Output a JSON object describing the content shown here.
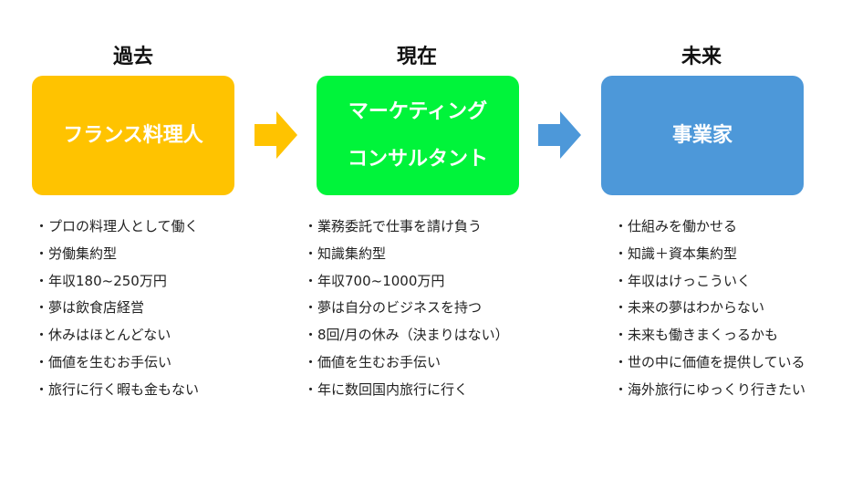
{
  "columns": [
    {
      "heading": "過去",
      "box_lines": [
        "フランス料理人"
      ],
      "box_color": "#FFC300",
      "points": [
        "・プロの料理人として働く",
        "・労働集約型",
        "・年収180~250万円",
        "・夢は飲食店経営",
        "・休みはほとんどない",
        "・価値を生むお手伝い",
        "・旅行に行く暇も金もない"
      ]
    },
    {
      "heading": "現在",
      "box_lines": [
        "マーケティング",
        "コンサルタント"
      ],
      "box_color": "#00F43A",
      "points": [
        "・業務委託で仕事を請け負う",
        "・知識集約型",
        "・年収700~1000万円",
        "・夢は自分のビジネスを持つ",
        "・8回/月の休み（決まりはない）",
        "・価値を生むお手伝い",
        "・年に数回国内旅行に行く"
      ]
    },
    {
      "heading": "未来",
      "box_lines": [
        "事業家"
      ],
      "box_color": "#4D98D9",
      "points": [
        "・仕組みを働かせる",
        "・知識＋資本集約型",
        "・年収はけっこういく",
        "・未来の夢はわからない",
        "・未来も働きまくっるかも",
        "・世の中に価値を提供している",
        "・海外旅行にゆっくり行きたい"
      ]
    }
  ],
  "arrows": [
    {
      "color": "#FFC300",
      "icon": "right-arrow-icon"
    },
    {
      "color": "#4D98D9",
      "icon": "right-arrow-icon"
    }
  ]
}
